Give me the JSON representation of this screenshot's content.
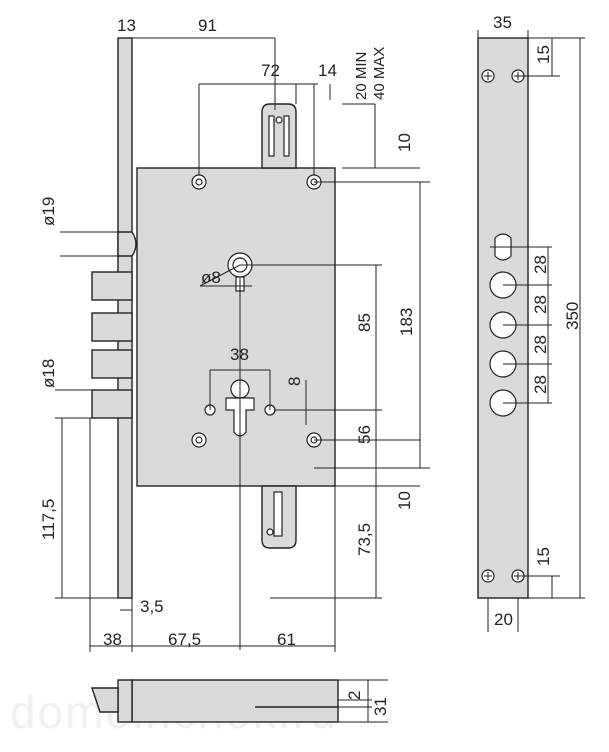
{
  "dimensions": {
    "top_13": "13",
    "top_91": "91",
    "top_72": "72",
    "top_14": "14",
    "gap_min": "20 MIN",
    "gap_max": "40 MAX",
    "right_10_top": "10",
    "right_10_bottom": "10",
    "v_183": "183",
    "v_85": "85",
    "v_56": "56",
    "v_73_5": "73,5",
    "d_19": "ø19",
    "d_18": "ø18",
    "v_117_5": "117,5",
    "d_8": "ø8",
    "h_38_cyl": "38",
    "v_8_cyl": "8",
    "h_3_5": "3,5",
    "b_38": "38",
    "b_67_5": "67,5",
    "b_61": "61",
    "f_35": "35",
    "f_15_top": "15",
    "f_28_a": "28",
    "f_28_b": "28",
    "f_28_c": "28",
    "f_28_d": "28",
    "f_350": "350",
    "f_15_bottom": "15",
    "f_20": "20",
    "s_2": "2",
    "s_31": "31"
  },
  "watermark": "domoinchok.ru",
  "colors": {
    "plate_fill": "#d9dadc",
    "line": "#222222"
  }
}
